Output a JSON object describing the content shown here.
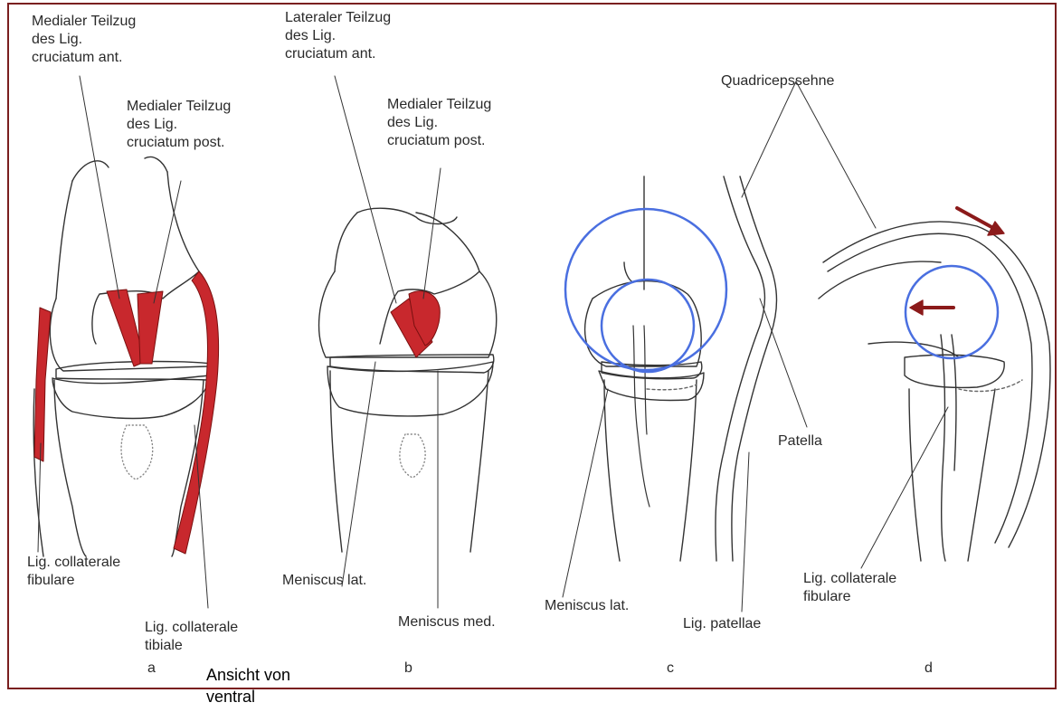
{
  "labels": {
    "a_medial_ant": "Medialer Teilzug\ndes Lig.\ncruciatum ant.",
    "a_medial_post": "Medialer Teilzug\ndes Lig.\ncruciatum post.",
    "a_fibulare": "Lig. collaterale\nfibulare",
    "a_tibiale": "Lig. collaterale\ntibiale",
    "b_lateral_ant": "Lateraler Teilzug\ndes Lig.\ncruciatum ant.",
    "b_medial_post": "Medialer Teilzug\ndes Lig.\ncruciatum post.",
    "b_meniscus_lat": "Meniscus lat.",
    "b_meniscus_med": "Meniscus med.",
    "c_quadriceps": "Quadricepssehne",
    "c_patella": "Patella",
    "c_meniscus_lat": "Meniscus lat.",
    "c_lig_patellae": "Lig. patellae",
    "d_fibulare": "Lig. collaterale\nfibulare"
  },
  "panels": {
    "a": "a",
    "b": "b",
    "c": "c",
    "d": "d"
  },
  "note": "Ansicht von\nventral",
  "colors": {
    "frame": "#7a1f1f",
    "ligament_red": "#c8282d",
    "circle_blue": "#4a6fe0",
    "arrow_red": "#8b1a1a",
    "line": "#333333"
  }
}
